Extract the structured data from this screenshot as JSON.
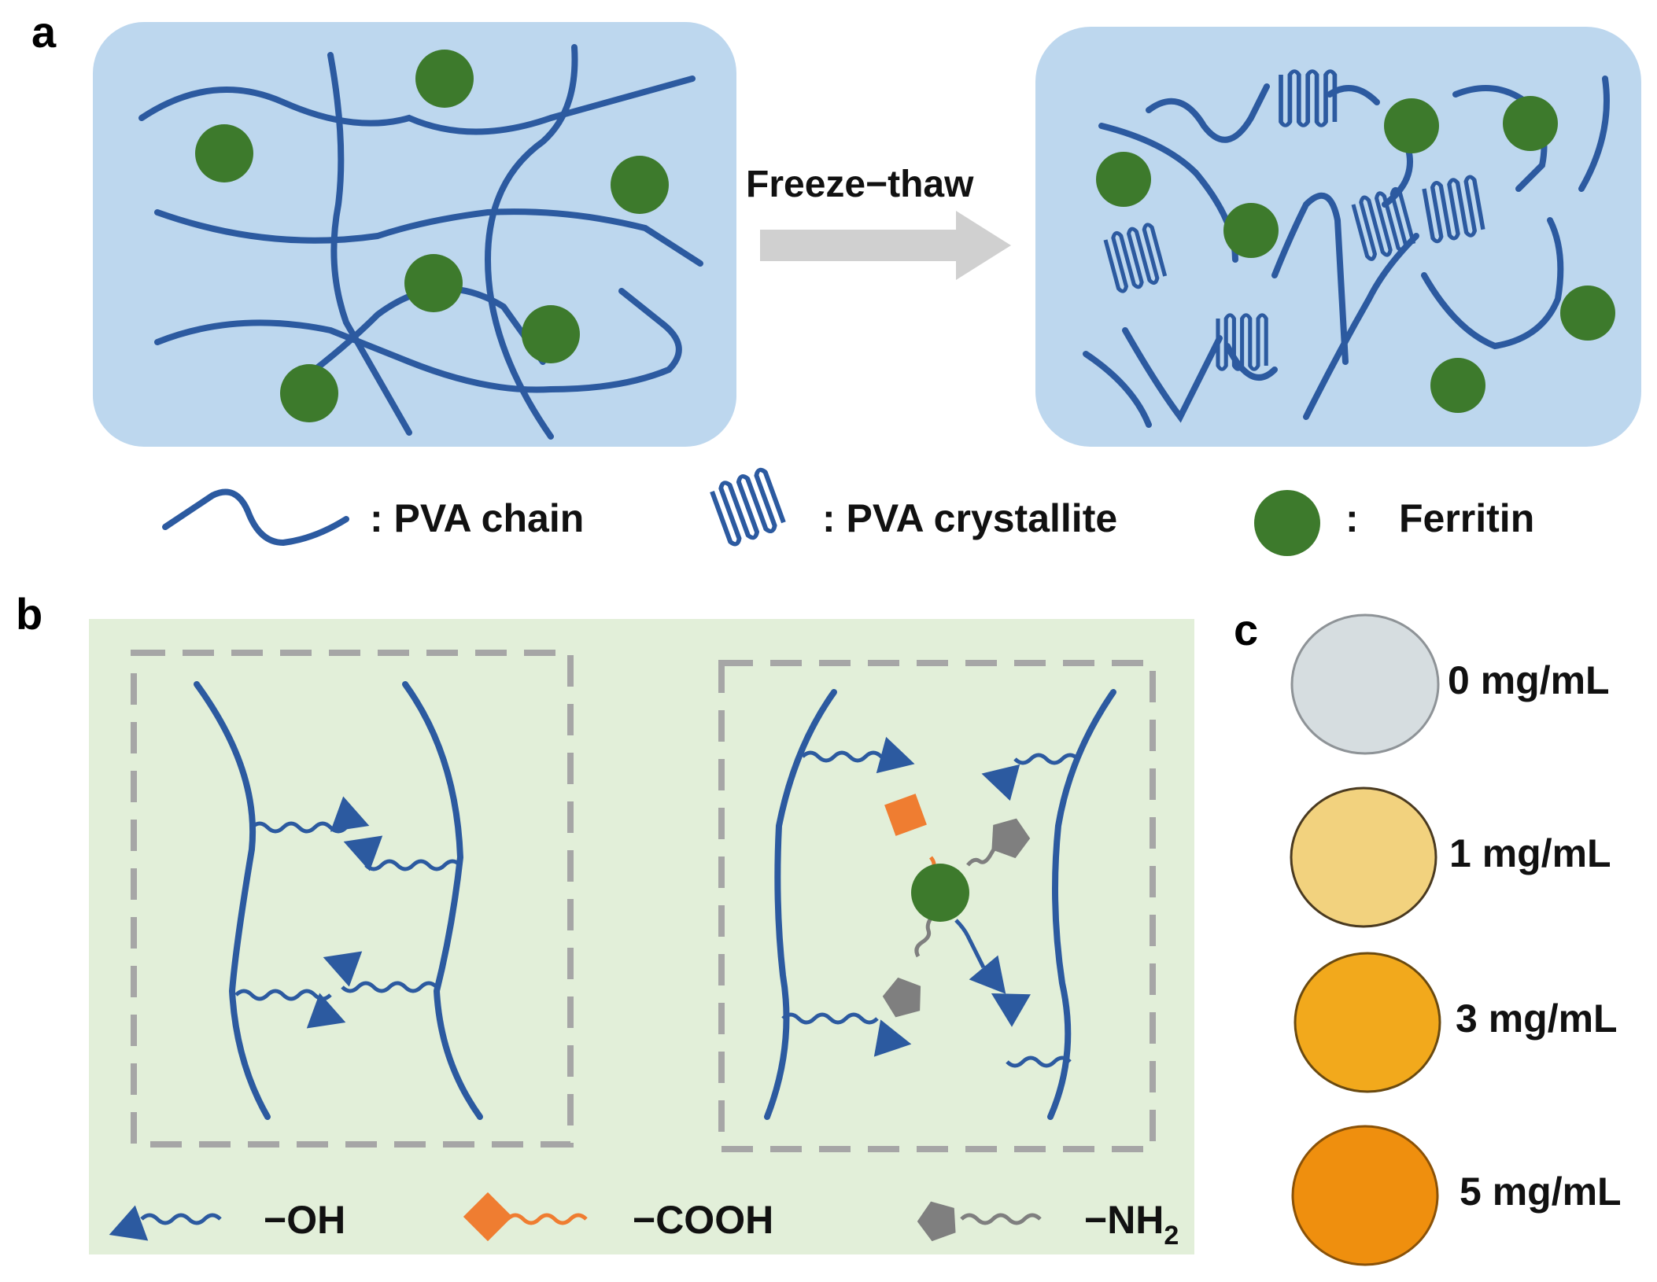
{
  "panels": {
    "a": {
      "letter": "a",
      "arrow_label": "Freeze−thaw"
    },
    "b": {
      "letter": "b"
    },
    "c": {
      "letter": "c"
    }
  },
  "legend_a": {
    "chain": ": PVA chain",
    "crystallite": ": PVA crystallite",
    "ferritin_colon": ":",
    "ferritin": "Ferritin"
  },
  "legend_b": {
    "oh": "−OH",
    "cooh": "−COOH",
    "nh2_main": "−NH",
    "nh2_sub": "2"
  },
  "samples": [
    {
      "label": "0 mg/mL",
      "color": "#d6dde0"
    },
    {
      "label": "1 mg/mL",
      "color": "#f2d27e"
    },
    {
      "label": "3 mg/mL",
      "color": "#f2a91c"
    },
    {
      "label": "5 mg/mL",
      "color": "#ef8f0e"
    }
  ],
  "colors": {
    "chain": "#2c5aa0",
    "ferritin": "#3d7a2c",
    "panel_a_bg": "#bdd7ee",
    "panel_b_bg": "#e2efd9",
    "cooh": "#ef7d31",
    "nh2": "#7f7f7f",
    "arrow": "#d0d0d0",
    "dash_box": "#a6a6a6"
  }
}
